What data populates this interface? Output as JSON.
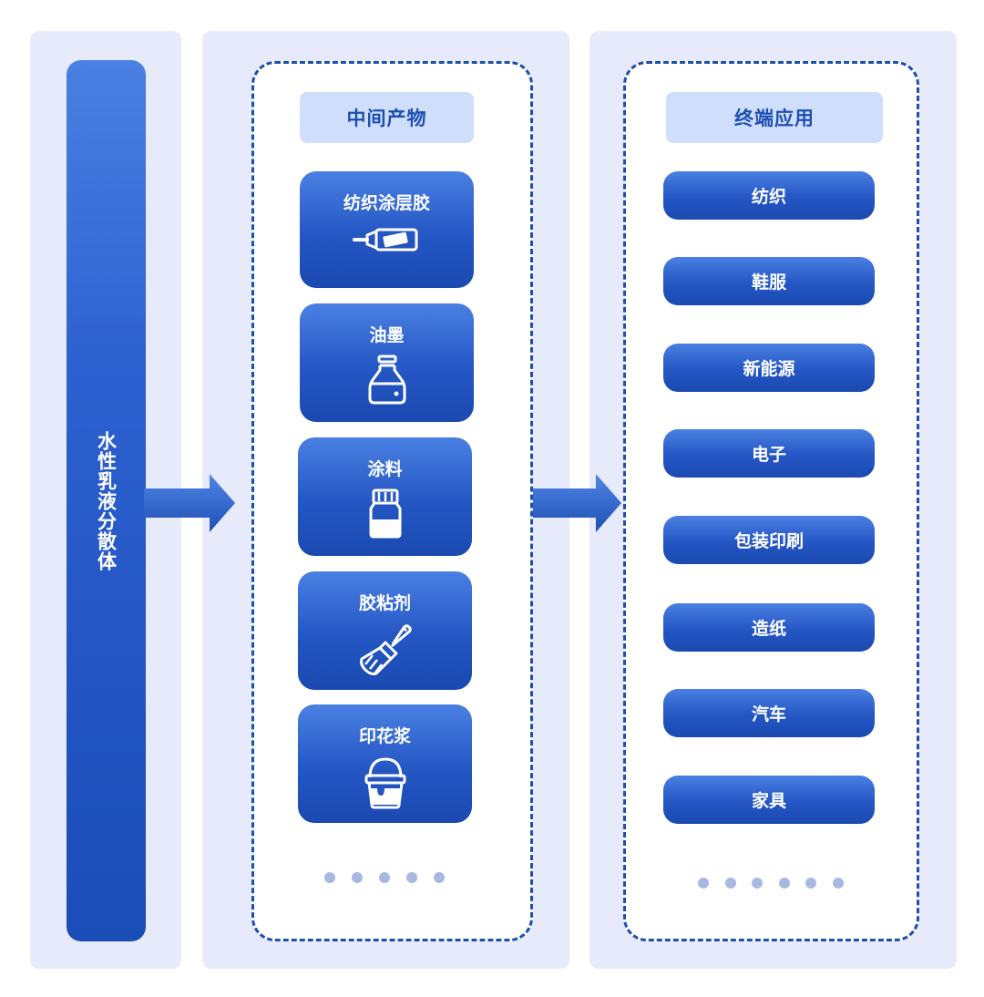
{
  "source": {
    "label": "水性乳液分散体"
  },
  "intermediate": {
    "header": "中间产物",
    "items": [
      {
        "label": "纺织涂层胶",
        "icon": "glue-tube-icon"
      },
      {
        "label": "油墨",
        "icon": "ink-bottle-icon"
      },
      {
        "label": "涂料",
        "icon": "paint-jar-icon"
      },
      {
        "label": "胶粘剂",
        "icon": "paintbrush-icon"
      },
      {
        "label": "印花浆",
        "icon": "paint-bucket-icon"
      }
    ]
  },
  "applications": {
    "header": "终端应用",
    "items": [
      "纺织",
      "鞋服",
      "新能源",
      "电子",
      "包装印刷",
      "造纸",
      "汽车",
      "家具"
    ]
  },
  "colors": {
    "panel_background": "#e7eafa",
    "card_gradient_top": "#4a80e2",
    "card_gradient_bottom": "#1b49b0",
    "dashed_border": "#1f4fad",
    "header_background": "#cfdefb",
    "header_text": "#1d4fb0",
    "dot": "#a9b8e3"
  }
}
